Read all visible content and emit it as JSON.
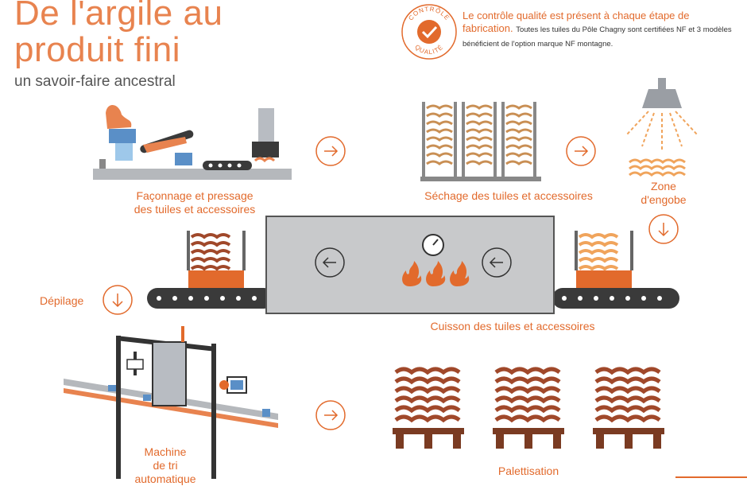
{
  "header": {
    "title_line1": "De l'argile au",
    "title_line2": "produit fini",
    "subtitle": "un savoir-faire ancestral"
  },
  "quality": {
    "seal_top": "CONTRÔLE",
    "seal_bottom": "QUALITÉ",
    "text_main": "Le contrôle qualité est présent à chaque étape de fabrication.",
    "text_detail": "Toutes les tuiles du Pôle Chagny sont certifiées NF et 3 modèles bénéficient de l'option marque NF montagne."
  },
  "steps": {
    "faconnage_line1": "Façonnage et pressage",
    "faconnage_line2": "des tuiles et accessoires",
    "sechage": "Séchage des tuiles et accessoires",
    "engobe_line1": "Zone",
    "engobe_line2": "d'engobe",
    "depilage": "Dépilage",
    "cuisson": "Cuisson des tuiles et accessoires",
    "tri_line1": "Machine",
    "tri_line2": "de tri",
    "tri_line3": "automatique",
    "palettisation": "Palettisation"
  },
  "colors": {
    "accent": "#e26a2c",
    "tile_brown": "#a0482a",
    "tile_light": "#f0a45c",
    "oven_grey": "#c8c9cb",
    "machine_grey": "#b8bcc2",
    "conveyor_dark": "#3a3a3a",
    "machine_blue": "#5a8fc7"
  }
}
